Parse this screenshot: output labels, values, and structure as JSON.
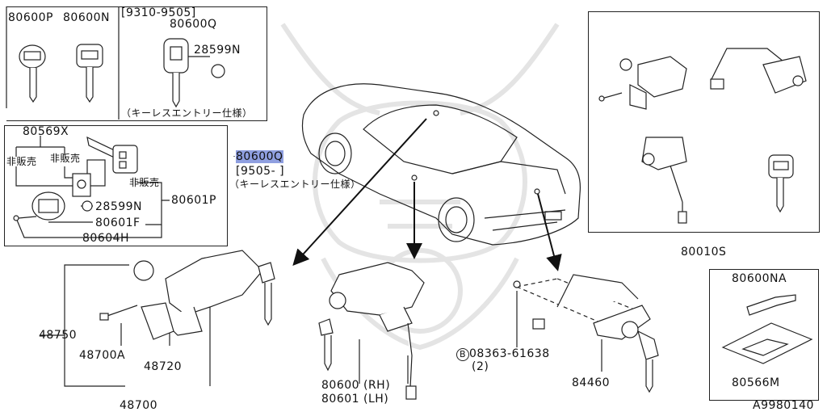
{
  "colors": {
    "highlight": "#8f9fe0",
    "line": "#222222",
    "watermark": "#e4e4e4"
  },
  "key_box": {
    "p1": "80600P",
    "p2": "80600N",
    "date_range": "[9310-9505]",
    "p3": "80600Q",
    "p4": "28599N",
    "note": "（キーレスエントリー仕様）"
  },
  "keyless_box": {
    "p_top": "80569X",
    "not_for_sale_1": "非販売",
    "not_for_sale_2": "非販売",
    "not_for_sale_3": "非販売",
    "p_28599n": "28599N",
    "p_80601p": "80601P",
    "p_80601f": "80601F",
    "p_80604h": "80604H"
  },
  "callout": {
    "part": "80600Q",
    "date_range": "[9505-     ]",
    "note": "（キーレスエントリー仕様）"
  },
  "lock_set_box": {
    "part": "80010S"
  },
  "bottom_left": {
    "p48750": "48750",
    "p48700a": "48700A",
    "p48720": "48720",
    "p48700": "48700"
  },
  "door_lock": {
    "rh": "80600 (RH)",
    "lh": "80601 (LH)"
  },
  "trunk_lock": {
    "bolt_symbol": "B",
    "bolt": "08363-61638",
    "qty": "(2)",
    "part": "84460"
  },
  "blank_key_box": {
    "p1": "80600NA",
    "p2": "80566M"
  },
  "diagram_id": "A9980140",
  "icons": [
    "key-icon",
    "car-icon",
    "ignition-lock-icon",
    "door-lock-cylinder-icon",
    "trunk-lock-icon",
    "keyless-remote-icon",
    "kabuto-watermark-icon"
  ]
}
